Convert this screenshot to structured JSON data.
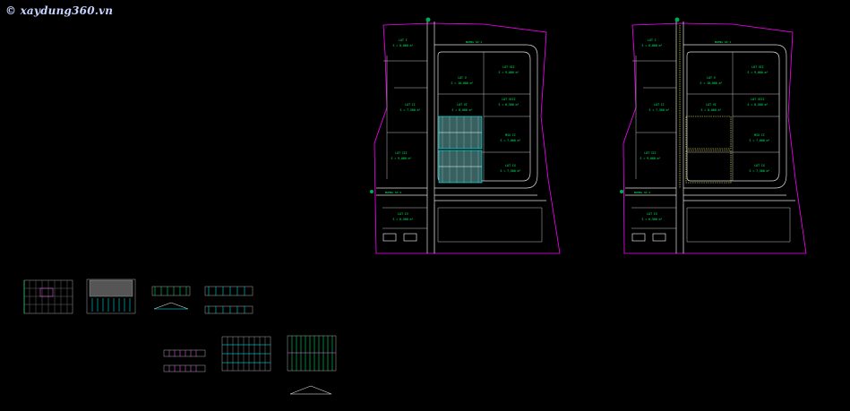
{
  "watermark": {
    "text": "© xaydung360.vn"
  },
  "plans": [
    {
      "lots": [
        {
          "name": "LOT I",
          "area": "S = 8,888 m²"
        },
        {
          "name": "LOT II",
          "area": "S = 7,500 m²"
        },
        {
          "name": "LOT III",
          "area": "S = 9,000 m²"
        },
        {
          "name": "LOT IV",
          "area": "S = 6,500 m²"
        },
        {
          "name": "LOT V",
          "area": "S = 10,000 m²"
        },
        {
          "name": "LOT VI",
          "area": "S = 8,000 m²"
        },
        {
          "name": "LOT VII",
          "area": "S = 9,000 m²"
        },
        {
          "name": "LOT VIII",
          "area": "S = 8,500 m²"
        },
        {
          "name": "MIX CC",
          "area": "S = 7,000 m²"
        },
        {
          "name": "LOT IX",
          "area": "S = 7,500 m²"
        }
      ],
      "road_top": "ĐƯỜNG SỐ 1",
      "road_bottom": "ĐƯỜNG SỐ 2"
    },
    {
      "lots": [
        {
          "name": "LOT I",
          "area": "S = 8,888 m²"
        },
        {
          "name": "LOT II",
          "area": "S = 7,500 m²"
        },
        {
          "name": "LOT III",
          "area": "S = 9,000 m²"
        },
        {
          "name": "LOT IV",
          "area": "S = 6,500 m²"
        },
        {
          "name": "LOT V",
          "area": "S = 10,000 m²"
        },
        {
          "name": "LOT VI",
          "area": "S = 8,000 m²"
        },
        {
          "name": "LOT VII",
          "area": "S = 9,000 m²"
        },
        {
          "name": "LOT VIII",
          "area": "S = 8,500 m²"
        },
        {
          "name": "MIX CC",
          "area": "S = 7,000 m²"
        },
        {
          "name": "LOT IX",
          "area": "S = 7,500 m²"
        }
      ],
      "road_top": "ĐƯỜNG SỐ 1",
      "road_bottom": "ĐƯỜNG SỐ 2"
    }
  ],
  "colors": {
    "background": "#000000",
    "boundary": "#ff00ff",
    "road": "#e0e0e0",
    "text": "#00ff66",
    "highlight": "#00ffff",
    "watermark": "#c8d4ff"
  }
}
